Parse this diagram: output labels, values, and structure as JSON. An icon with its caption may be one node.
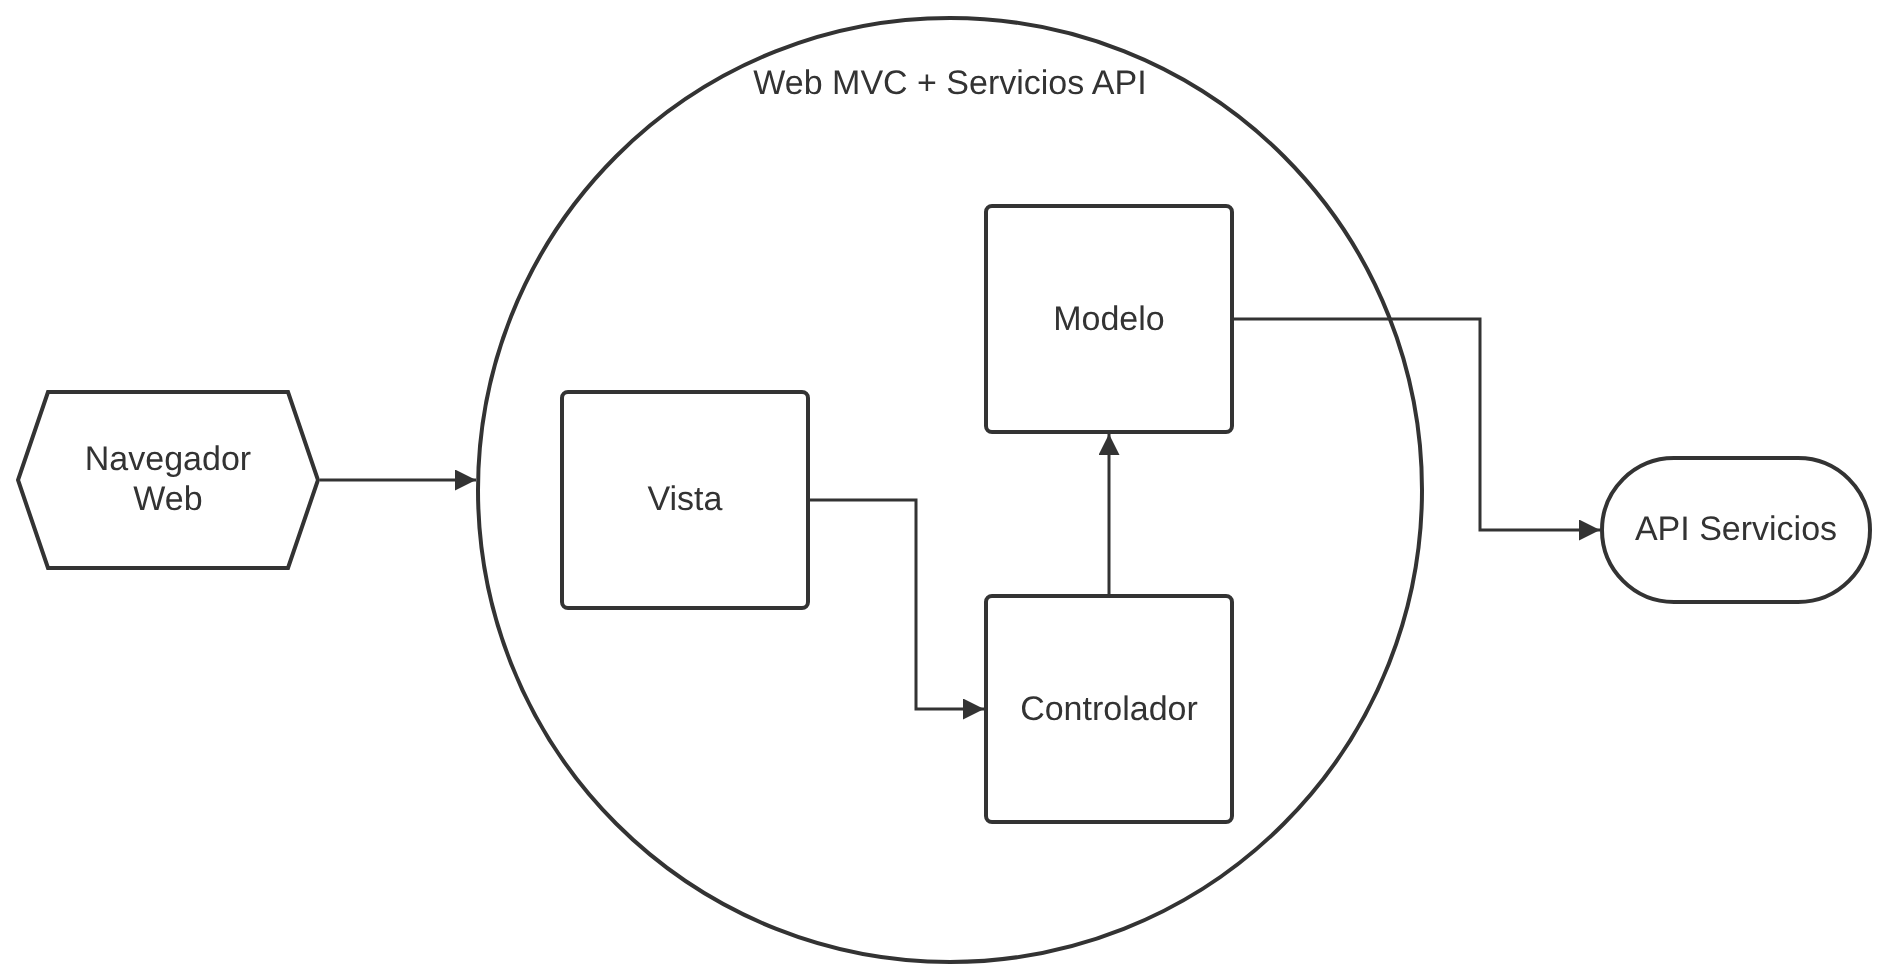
{
  "diagram": {
    "nodes": [
      {
        "text": [
          "Navegador Web"
        ]
      },
      {
        "text": [
          "Web MVC + Servicios API"
        ]
      },
      {
        "text": [
          "Vista"
        ],
        "in": 1
      },
      {
        "text": [
          "Modelo"
        ],
        "in": 1
      },
      {
        "text": [
          "Controlador"
        ],
        "in": 1
      },
      {
        "text": [
          "API Servicios"
        ]
      }
    ],
    "edges": [
      {
        "from": 0,
        "to": 1,
        "arrow": "to"
      },
      {
        "from": 2,
        "to": 4,
        "arrow": "to"
      },
      {
        "from": 4,
        "to": 3,
        "arrow": "to"
      },
      {
        "from": 3,
        "to": 5,
        "arrow": "to"
      }
    ]
  }
}
